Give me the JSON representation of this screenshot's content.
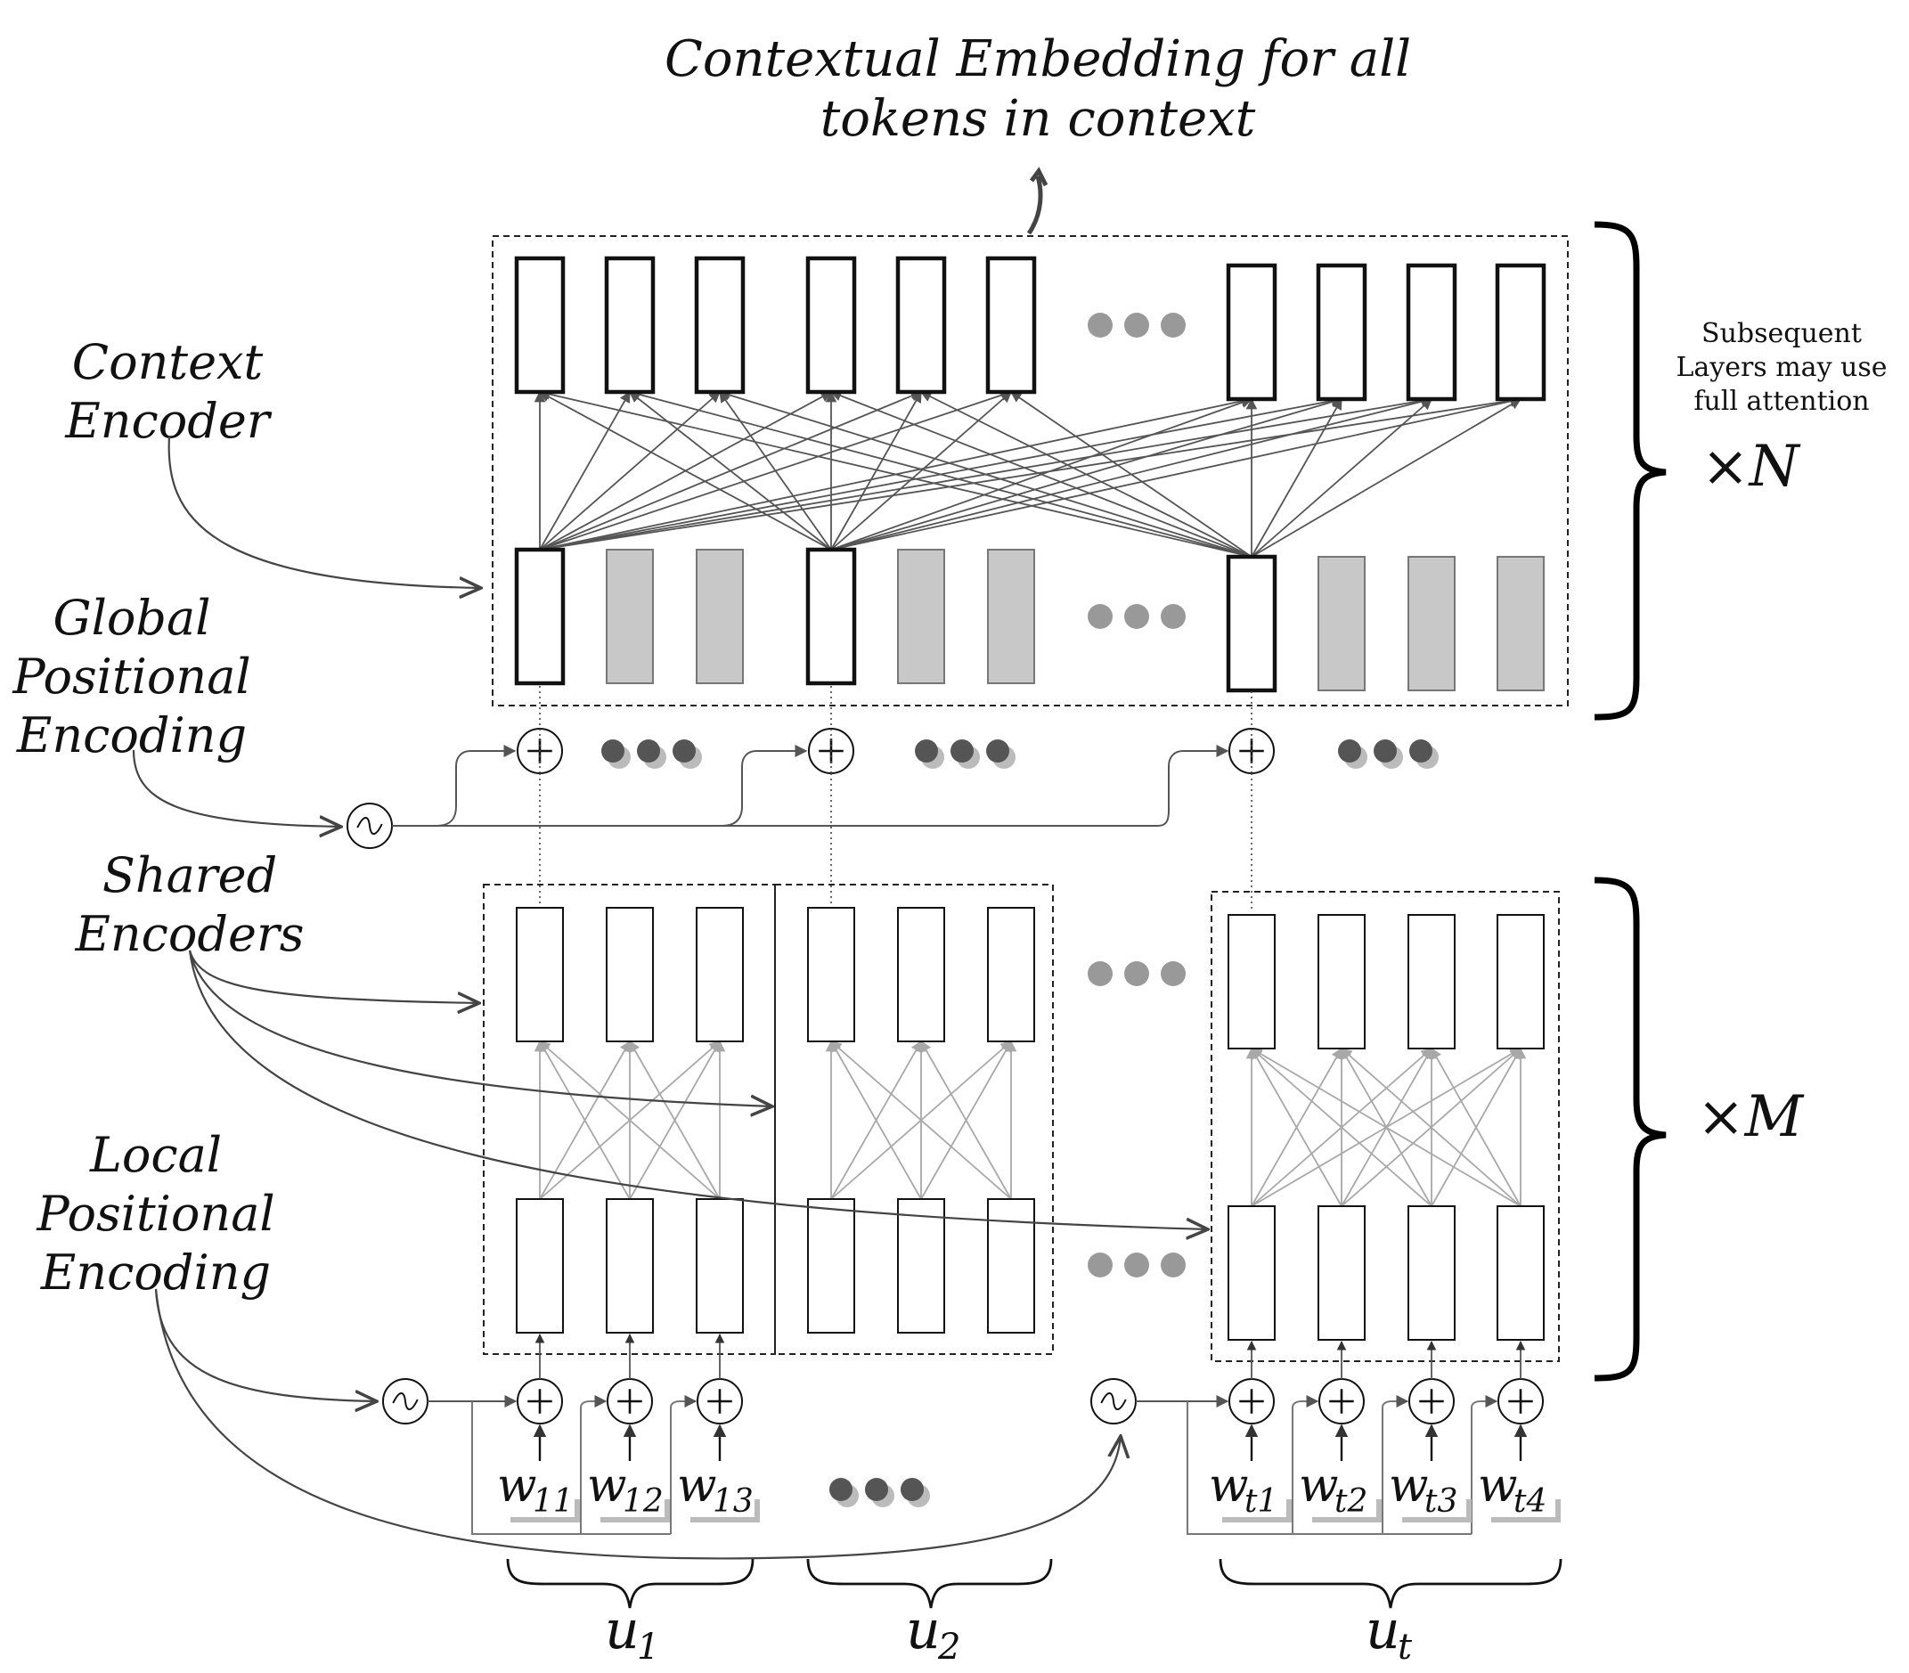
{
  "title": [
    "Contextual Embedding for all",
    "tokens in context"
  ],
  "labels": {
    "context_encoder": [
      "Context",
      "Encoder"
    ],
    "global_positional_encoding": [
      "Global",
      "Positional",
      "Encoding"
    ],
    "shared_encoders": [
      "Shared",
      "Encoders"
    ],
    "local_positional_encoding": [
      "Local",
      "Positional",
      "Encoding"
    ]
  },
  "subsequent_note": [
    "Subsequent",
    "Layers may use",
    "full attention"
  ],
  "repeat_n": "×N",
  "repeat_m": "×M",
  "utterances": [
    {
      "label": "u",
      "sub": "1",
      "tokens": [
        {
          "base": "w",
          "sub": "11"
        },
        {
          "base": "w",
          "sub": "12"
        },
        {
          "base": "w",
          "sub": "13"
        }
      ]
    },
    {
      "label": "u",
      "sub": "2",
      "tokens": []
    },
    {
      "label": "u",
      "sub": "t",
      "tokens": [
        {
          "base": "w",
          "sub": "t1"
        },
        {
          "base": "w",
          "sub": "t2"
        },
        {
          "base": "w",
          "sub": "t3"
        },
        {
          "base": "w",
          "sub": "t4"
        }
      ]
    }
  ],
  "colors": {
    "stroke": "#111111",
    "edge": "#555555",
    "light_edge": "#a8a8a8",
    "masked_fill": "#c8c8c8",
    "dot": "#555555",
    "dot_light": "#999999"
  },
  "icons": {
    "sum_node": "circled-plus",
    "positional_encoder": "sine-wave",
    "ellipsis": "three-dots"
  }
}
